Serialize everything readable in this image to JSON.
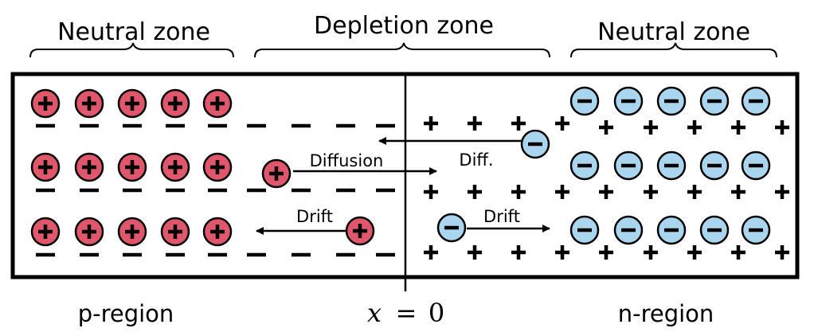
{
  "zones": {
    "left": "Neutral zone",
    "middle": "Depletion zone",
    "right": "Neutral zone"
  },
  "regions": {
    "left": "p-region",
    "right": "n-region"
  },
  "origin_label": {
    "var": "x",
    "op": "=",
    "val": "0"
  },
  "arrow_labels": {
    "diffusion": "Diffusion",
    "diff_short": "Diff.",
    "drift_left": "Drift",
    "drift_right": "Drift"
  },
  "colors": {
    "hole_fill": "#e0566a",
    "electron_fill": "#a9d6ee",
    "stroke": "#000000"
  },
  "layout": {
    "rows": 3,
    "holes_per_row": 5,
    "electrons_per_row": 5
  }
}
